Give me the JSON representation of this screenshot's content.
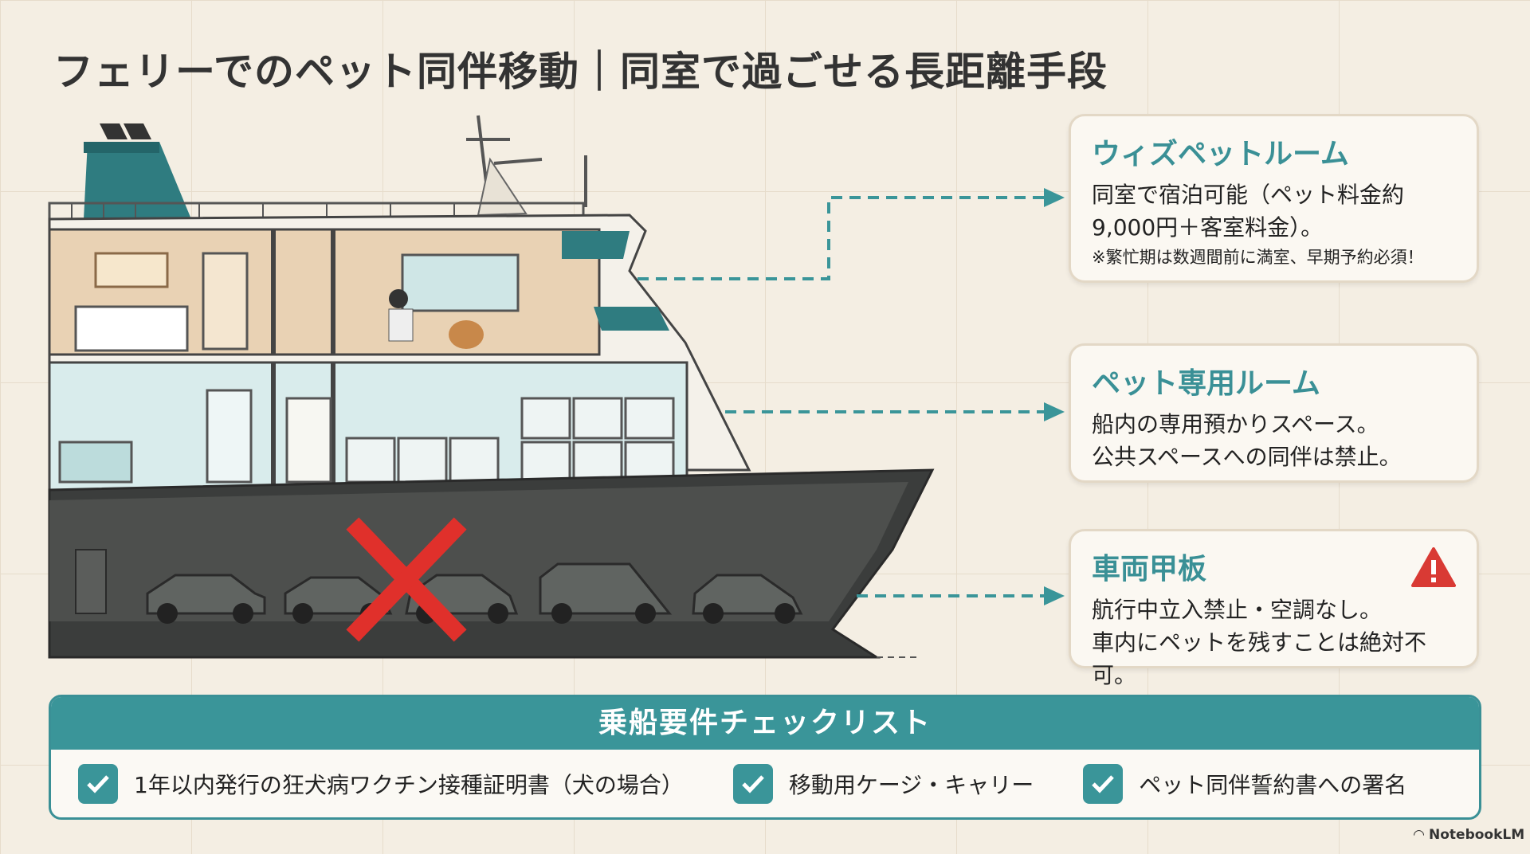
{
  "title": "フェリーでのペット同伴移動｜同室で過ごせる長距離手段",
  "cards": [
    {
      "heading": "ウィズペットルーム",
      "lines": [
        "同室で宿泊可能（ペット料金約",
        "9,000円＋客室料金）。"
      ],
      "note": "※繁忙期は数週間前に満室、早期予約必須！"
    },
    {
      "heading": "ペット専用ルーム",
      "lines": [
        "船内の専用預かりスペース。",
        "公共スペースへの同伴は禁止。"
      ]
    },
    {
      "heading": "車両甲板",
      "lines": [
        "航行中立入禁止・空調なし。",
        "車内にペットを残すことは絶対不可。"
      ],
      "icon": "warning-icon"
    }
  ],
  "checklist": {
    "title": "乗船要件チェックリスト",
    "items": [
      "1年以内発行の狂犬病ワクチン接種証明書（犬の場合）",
      "移動用ケージ・キャリー",
      "ペット同伴誓約書への署名"
    ]
  },
  "brand": "NotebookLM",
  "colors": {
    "accent": "#3a9599",
    "warning": "#d93a34",
    "background": "#f4eee3"
  }
}
